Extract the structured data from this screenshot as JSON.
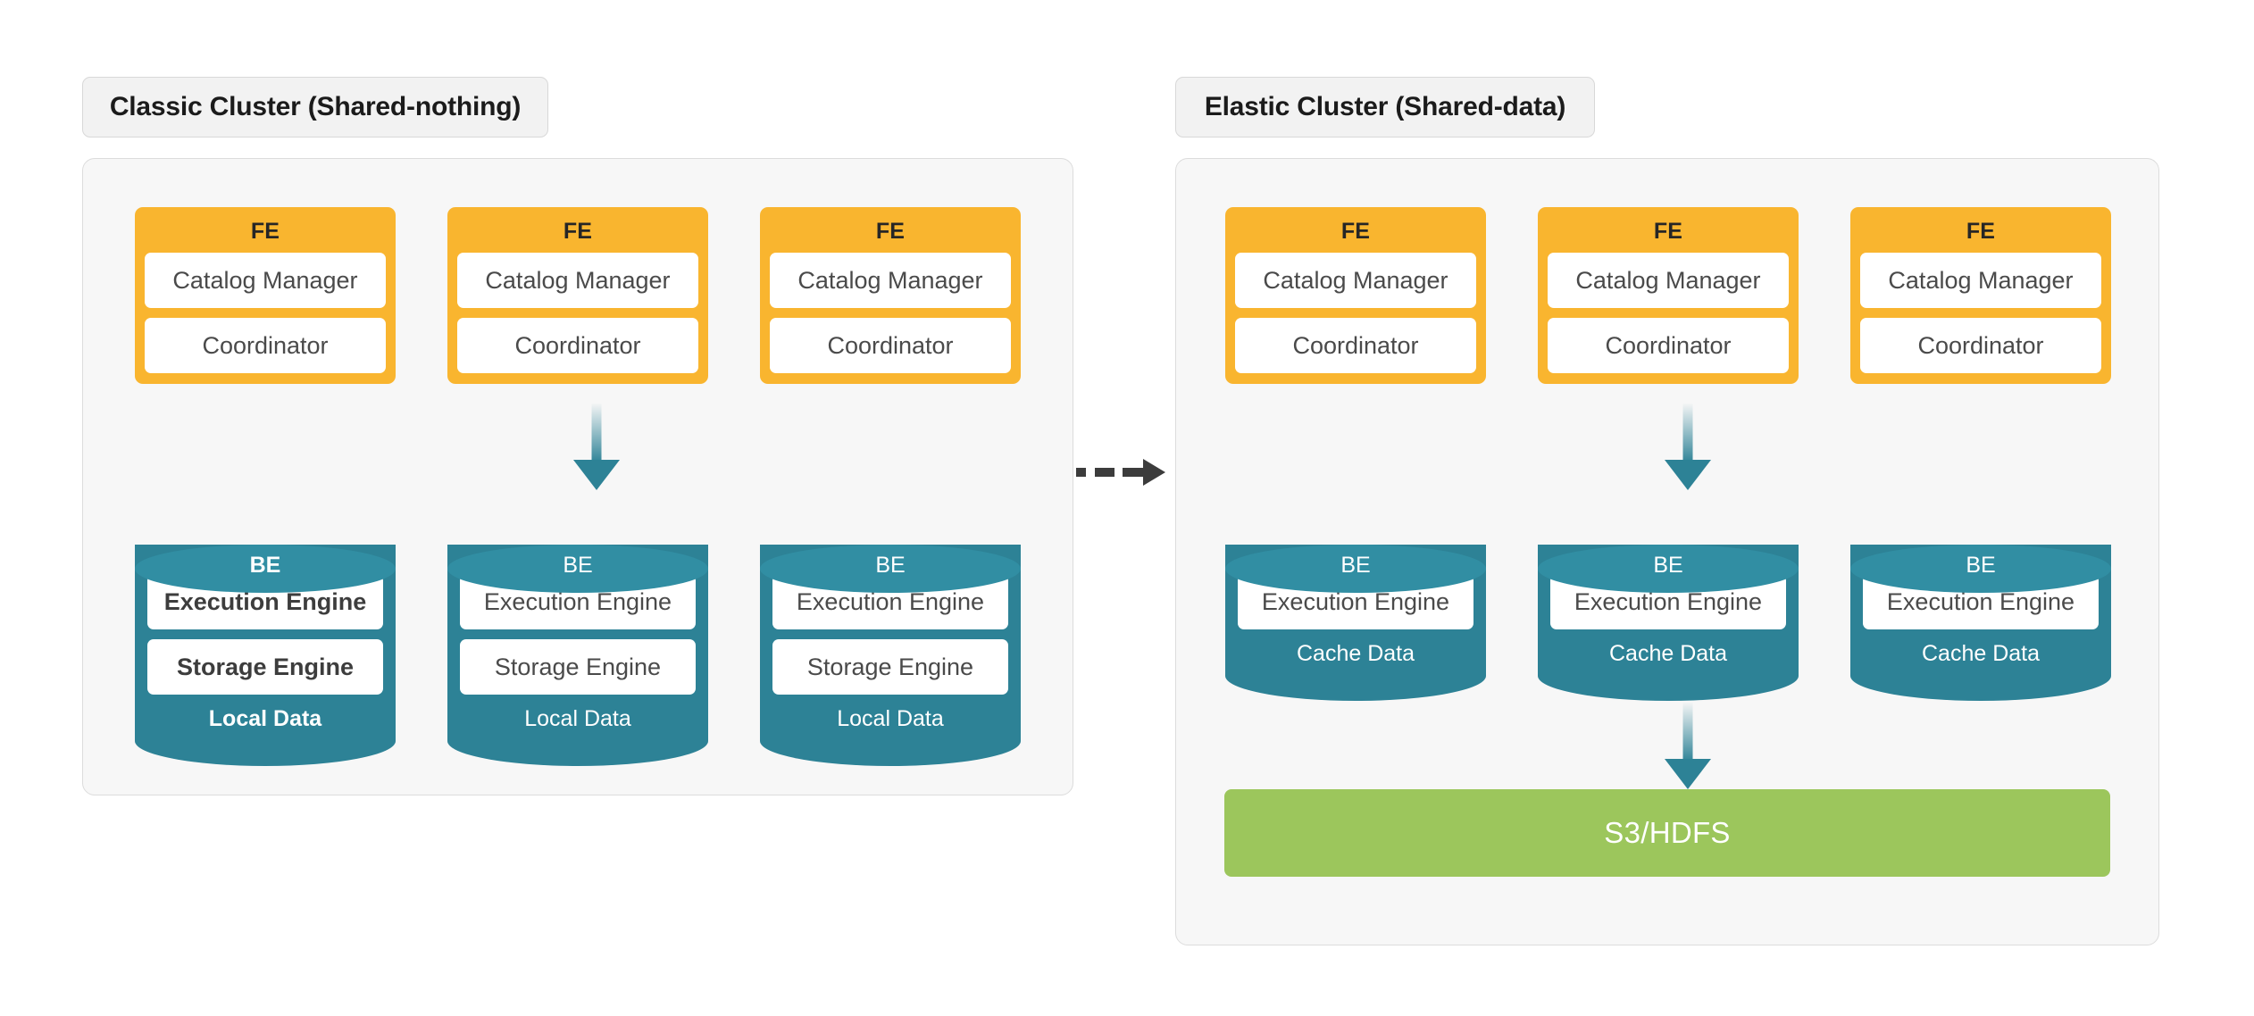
{
  "colors": {
    "fe_orange": "#f9b52f",
    "be_teal": "#2d8296",
    "be_teal_cap": "#318ea3",
    "storage_green": "#9cc65c",
    "panel_bg": "#f7f7f7",
    "panel_border": "#dcdcdc",
    "chip_bg": "#f2f2f2",
    "arrow_dark": "#3c3c3c",
    "slot_white": "#ffffff",
    "slot_text": "#4a4a4a"
  },
  "clusters": [
    {
      "id": "classic",
      "title": "Classic Cluster (Shared-nothing)",
      "nodes": [
        {
          "emphasized": true,
          "fe": {
            "title": "FE",
            "slots": [
              "Catalog Manager",
              "Coordinator"
            ]
          },
          "be": {
            "title": "BE",
            "slots": [
              "Execution Engine",
              "Storage Engine"
            ],
            "footer": "Local Data"
          }
        },
        {
          "emphasized": false,
          "fe": {
            "title": "FE",
            "slots": [
              "Catalog Manager",
              "Coordinator"
            ]
          },
          "be": {
            "title": "BE",
            "slots": [
              "Execution Engine",
              "Storage Engine"
            ],
            "footer": "Local Data"
          }
        },
        {
          "emphasized": false,
          "fe": {
            "title": "FE",
            "slots": [
              "Catalog Manager",
              "Coordinator"
            ]
          },
          "be": {
            "title": "BE",
            "slots": [
              "Execution Engine",
              "Storage Engine"
            ],
            "footer": "Local Data"
          }
        }
      ]
    },
    {
      "id": "elastic",
      "title": "Elastic Cluster (Shared-data)",
      "nodes": [
        {
          "emphasized": false,
          "fe": {
            "title": "FE",
            "slots": [
              "Catalog Manager",
              "Coordinator"
            ]
          },
          "be": {
            "title": "BE",
            "slots": [
              "Execution Engine"
            ],
            "footer": "Cache Data"
          }
        },
        {
          "emphasized": false,
          "fe": {
            "title": "FE",
            "slots": [
              "Catalog Manager",
              "Coordinator"
            ]
          },
          "be": {
            "title": "BE",
            "slots": [
              "Execution Engine"
            ],
            "footer": "Cache Data"
          }
        },
        {
          "emphasized": false,
          "fe": {
            "title": "FE",
            "slots": [
              "Catalog Manager",
              "Coordinator"
            ]
          },
          "be": {
            "title": "BE",
            "slots": [
              "Execution Engine"
            ],
            "footer": "Cache Data"
          }
        }
      ],
      "storage": {
        "label": "S3/HDFS"
      }
    }
  ],
  "arrows": {
    "classic_fe_to_be": "down-arrow-icon",
    "elastic_fe_to_be": "down-arrow-icon",
    "elastic_be_to_storage": "down-arrow-icon",
    "transition": "dashed-right-arrow-icon"
  }
}
